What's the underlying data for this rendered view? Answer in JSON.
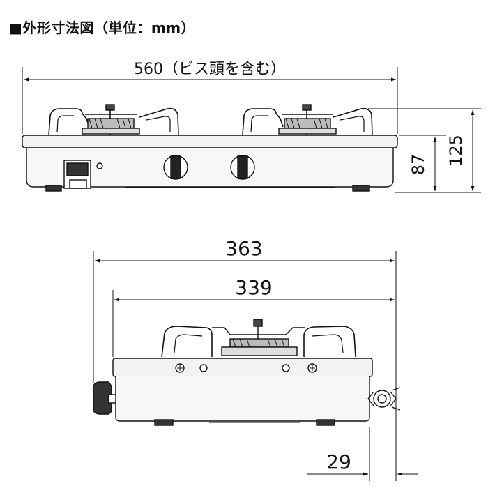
{
  "title": "■外形寸法図（単位：mm）",
  "dimensions": {
    "front_width": "560（ビス頭を含む）",
    "front_height_body": "87",
    "front_height_total": "125",
    "side_depth_total": "363",
    "side_depth_body": "339",
    "side_offset": "29"
  },
  "colors": {
    "line": "#111111",
    "body_fill": "#f2f2f2",
    "dark_fill": "#333333"
  },
  "icons": [
    "cooktop-front-view",
    "cooktop-side-view",
    "burner",
    "control-knob",
    "ignition-switch",
    "gas-inlet-fitting"
  ]
}
